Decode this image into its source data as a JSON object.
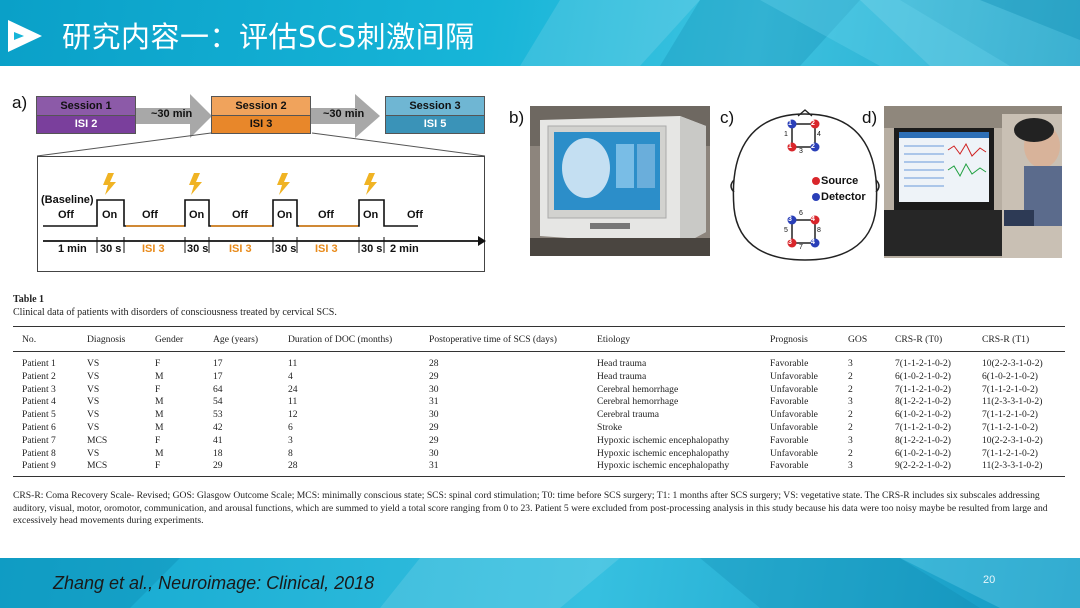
{
  "header": {
    "title": "研究内容一：评估SCS刺激间隔",
    "logo_icon": "play-triangle-icon"
  },
  "figure": {
    "panel_a": {
      "label": "a)",
      "sessions": [
        {
          "name": "Session 1",
          "isi": "ISI 2",
          "color": "#7a3f9c"
        },
        {
          "name": "Session 2",
          "isi": "ISI 3",
          "color": "#e8872a"
        },
        {
          "name": "Session 3",
          "isi": "ISI 5",
          "color": "#3a93b8"
        }
      ],
      "gaps": [
        "~30 min",
        "~30 min"
      ],
      "timeline": {
        "baseline": "(Baseline)",
        "off": "Off",
        "on": "On",
        "durations": [
          "1 min",
          "30 s",
          "ISI 3",
          "30 s",
          "ISI 3",
          "30 s",
          "ISI 3",
          "30 s",
          "2 min"
        ]
      }
    },
    "panel_b": {
      "label": "b)"
    },
    "panel_c": {
      "label": "c)",
      "legend": [
        "Source",
        "Detector"
      ],
      "source_color": "#d9262b",
      "detector_color": "#2a3fb8",
      "top_probe": {
        "nodes": [
          "1",
          "2",
          "1",
          "2"
        ],
        "edges": [
          "1",
          "4",
          "3"
        ]
      },
      "bottom_probe": {
        "nodes": [
          "3",
          "4",
          "3",
          "4"
        ],
        "edges": [
          "6",
          "8",
          "5",
          "7"
        ]
      }
    },
    "panel_d": {
      "label": "d)"
    }
  },
  "table": {
    "title": "Table 1",
    "caption": "Clinical data of patients with disorders of consciousness treated by cervical SCS.",
    "headers": [
      "No.",
      "Diagnosis",
      "Gender",
      "Age (years)",
      "Duration of DOC (months)",
      "Postoperative time of SCS (days)",
      "Etiology",
      "Prognosis",
      "GOS",
      "CRS-R (T0)",
      "CRS-R (T1)"
    ],
    "rows": [
      [
        "Patient 1",
        "VS",
        "F",
        "17",
        "11",
        "28",
        "Head trauma",
        "Favorable",
        "3",
        "7(1-1-2-1-0-2)",
        "10(2-2-3-1-0-2)"
      ],
      [
        "Patient 2",
        "VS",
        "M",
        "17",
        "4",
        "29",
        "Head trauma",
        "Unfavorable",
        "2",
        "6(1-0-2-1-0-2)",
        "6(1-0-2-1-0-2)"
      ],
      [
        "Patient 3",
        "VS",
        "F",
        "64",
        "24",
        "30",
        "Cerebral hemorrhage",
        "Unfavorable",
        "2",
        "7(1-1-2-1-0-2)",
        "7(1-1-2-1-0-2)"
      ],
      [
        "Patient 4",
        "VS",
        "M",
        "54",
        "11",
        "31",
        "Cerebral hemorrhage",
        "Favorable",
        "3",
        "8(1-2-2-1-0-2)",
        "11(2-3-3-1-0-2)"
      ],
      [
        "Patient 5",
        "VS",
        "M",
        "53",
        "12",
        "30",
        "Cerebral trauma",
        "Unfavorable",
        "2",
        "6(1-0-2-1-0-2)",
        "7(1-1-2-1-0-2)"
      ],
      [
        "Patient 6",
        "VS",
        "M",
        "42",
        "6",
        "29",
        "Stroke",
        "Unfavorable",
        "2",
        "7(1-1-2-1-0-2)",
        "7(1-1-2-1-0-2)"
      ],
      [
        "Patient 7",
        "MCS",
        "F",
        "41",
        "3",
        "29",
        "Hypoxic ischemic encephalopathy",
        "Favorable",
        "3",
        "8(1-2-2-1-0-2)",
        "10(2-2-3-1-0-2)"
      ],
      [
        "Patient 8",
        "VS",
        "M",
        "18",
        "8",
        "30",
        "Hypoxic ischemic encephalopathy",
        "Unfavorable",
        "2",
        "6(1-0-2-1-0-2)",
        "7(1-1-2-1-0-2)"
      ],
      [
        "Patient 9",
        "MCS",
        "F",
        "29",
        "28",
        "31",
        "Hypoxic ischemic encephalopathy",
        "Favorable",
        "3",
        "9(2-2-2-1-0-2)",
        "11(2-3-3-1-0-2)"
      ]
    ],
    "footnote": "CRS-R: Coma Recovery Scale- Revised; GOS: Glasgow Outcome Scale; MCS: minimally conscious state; SCS: spinal cord stimulation; T0: time before SCS surgery; T1: 1 months after SCS surgery; VS: vegetative state. The CRS-R includes six subscales addressing auditory, visual, motor, oromotor, communication, and arousal functions, which are summed to yield a total score ranging from 0 to 23. Patient 5 were excluded from post-processing analysis in this study because his data were too noisy maybe be resulted from large and excessively head movements during experiments."
  },
  "footer": {
    "citation": "Zhang et al., Neuroimage: Clinical, 2018",
    "page_number": "20"
  }
}
